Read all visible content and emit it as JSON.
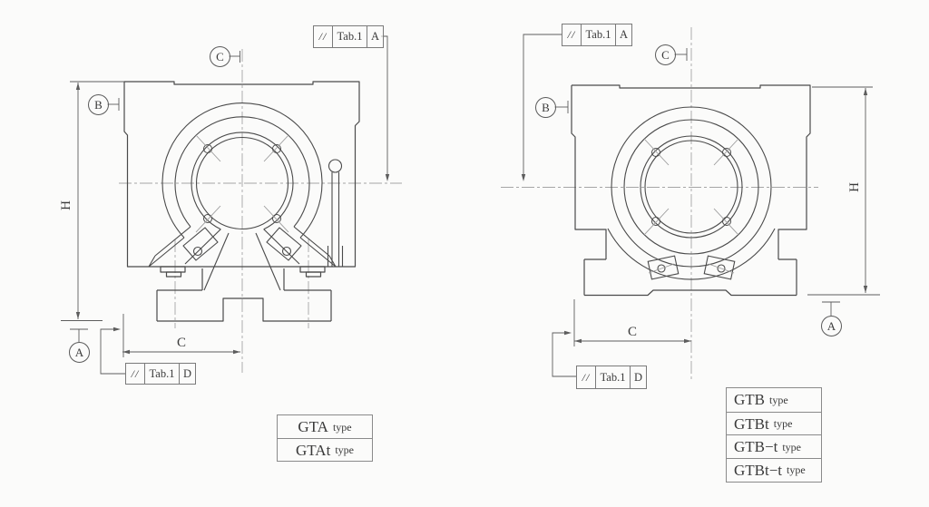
{
  "page": {
    "background": "#fbfbfa",
    "line_color": "#4a4a4a",
    "centerline_color": "#a6a6a6",
    "text_color": "#3a3a3a"
  },
  "left": {
    "datum_c": "C",
    "datum_b": "B",
    "datum_a": "A",
    "dim_h": "H",
    "dim_c": "C",
    "frame_top": {
      "sym": "//",
      "ref": "Tab.1",
      "datum": "A"
    },
    "frame_bottom": {
      "sym": "//",
      "ref": "Tab.1",
      "datum": "D"
    },
    "table": {
      "rows": [
        {
          "model": "GTA",
          "suffix": "type"
        },
        {
          "model": "GTAt",
          "suffix": "type"
        }
      ]
    }
  },
  "right": {
    "datum_c": "C",
    "datum_b": "B",
    "datum_a": "A",
    "dim_h": "H",
    "dim_c": "C",
    "frame_top": {
      "sym": "//",
      "ref": "Tab.1",
      "datum": "A"
    },
    "frame_bottom": {
      "sym": "//",
      "ref": "Tab.1",
      "datum": "D"
    },
    "table": {
      "rows": [
        {
          "model": "GTB",
          "suffix": "type"
        },
        {
          "model": "GTBt",
          "suffix": "type"
        },
        {
          "model": "GTB−t",
          "suffix": "type"
        },
        {
          "model": "GTBt−t",
          "suffix": "type"
        }
      ]
    }
  }
}
